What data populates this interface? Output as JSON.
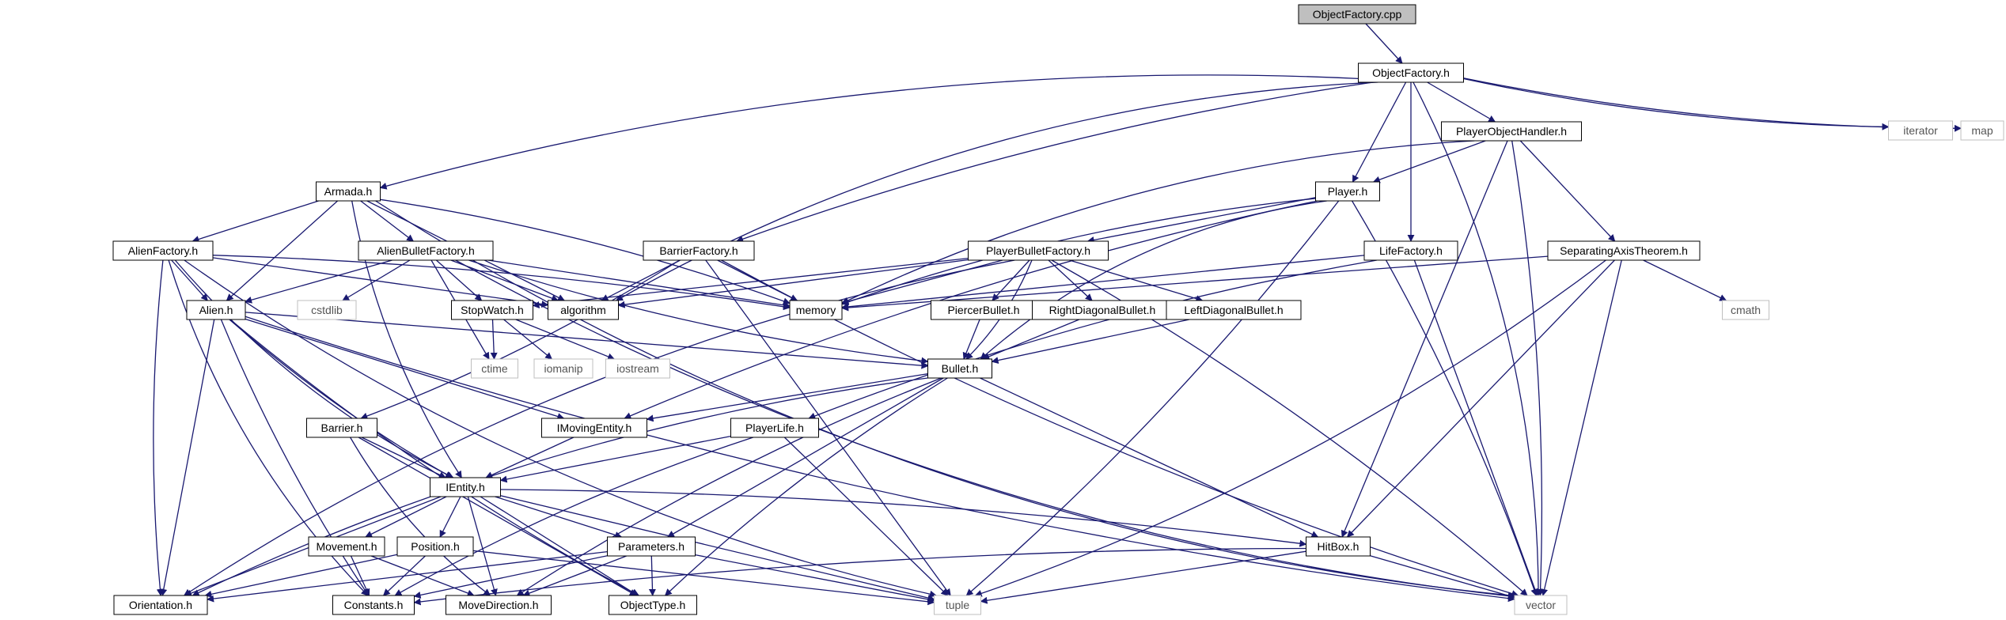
{
  "colors": {
    "edge": "#191970",
    "root_fill": "#bfbfbf",
    "external_border": "#bfbfbf",
    "node_border": "#000000"
  },
  "nodes": {
    "root": "ObjectFactory.cpp",
    "objfactory": "ObjectFactory.h",
    "iterator": "iterator",
    "map": "map",
    "pohandler": "PlayerObjectHandler.h",
    "armada": "Armada.h",
    "barrierfactory": "BarrierFactory.h",
    "player": "Player.h",
    "lifefactory": "LifeFactory.h",
    "sat": "SeparatingAxisTheorem.h",
    "alienfactory": "AlienFactory.h",
    "alienbulletfactory": "AlienBulletFactory.h",
    "playerbulletfactory": "PlayerBulletFactory.h",
    "alien": "Alien.h",
    "cstdlib": "cstdlib",
    "stopwatch": "StopWatch.h",
    "algorithm": "algorithm",
    "memory": "memory",
    "piercer": "PiercerBullet.h",
    "rightdiag": "RightDiagonalBullet.h",
    "leftdiag": "LeftDiagonalBullet.h",
    "cmath": "cmath",
    "ctime": "ctime",
    "iomanip": "iomanip",
    "iostream": "iostream",
    "bullet": "Bullet.h",
    "barrier": "Barrier.h",
    "imoving": "IMovingEntity.h",
    "playerlife": "PlayerLife.h",
    "ientity": "IEntity.h",
    "movement": "Movement.h",
    "position": "Position.h",
    "parameters": "Parameters.h",
    "hitbox": "HitBox.h",
    "orientation": "Orientation.h",
    "constants": "Constants.h",
    "movedirection": "MoveDirection.h",
    "objecttype": "ObjectType.h",
    "tuple": "tuple",
    "vector": "vector"
  }
}
